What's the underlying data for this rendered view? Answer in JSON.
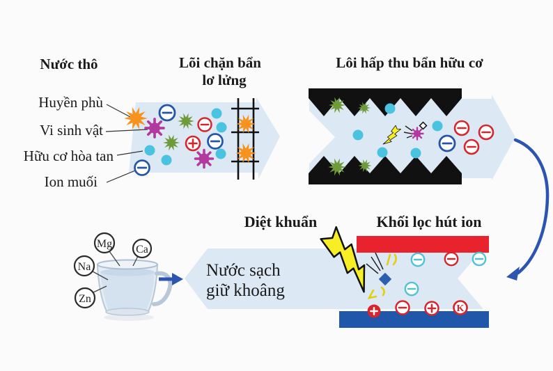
{
  "stage1": {
    "title": "Nước thô",
    "component_labels": [
      "Huyền phù",
      "Vi sinh vật",
      "Hữu cơ hòa tan",
      "Ion muối"
    ]
  },
  "stage2": {
    "title_line1": "Lõi chặn bẩn",
    "title_line2": "lơ lửng"
  },
  "stage3": {
    "title": "Lôi hấp thu bẩn hữu cơ"
  },
  "stage4": {
    "sterilize_title": "Diệt khuẩn",
    "ion_filter_title": "Khối lọc hút ion",
    "potassium_symbol": "K"
  },
  "result": {
    "line1": "Nước sạch",
    "line2": "giữ khoâng",
    "minerals": [
      "Mg",
      "Ca",
      "Na",
      "Zn"
    ]
  },
  "palette": {
    "flow_arrow": "#dce8f3",
    "suspended_particle_orange": "#f6921e",
    "organic_green": "#6f9a3a",
    "microbe_magenta": "#b23a9e",
    "dissolved_dot_cyan": "#49c3e0",
    "ion_blue": "#2356a8",
    "ion_red": "#d6252c",
    "ion_cyan": "#4fc3d4",
    "electrode_red": "#e8232d",
    "electrode_blue": "#2157ab",
    "lightning_yellow": "#f8ee26",
    "filter_black": "#111111",
    "connector_blue": "#2b55b0"
  }
}
